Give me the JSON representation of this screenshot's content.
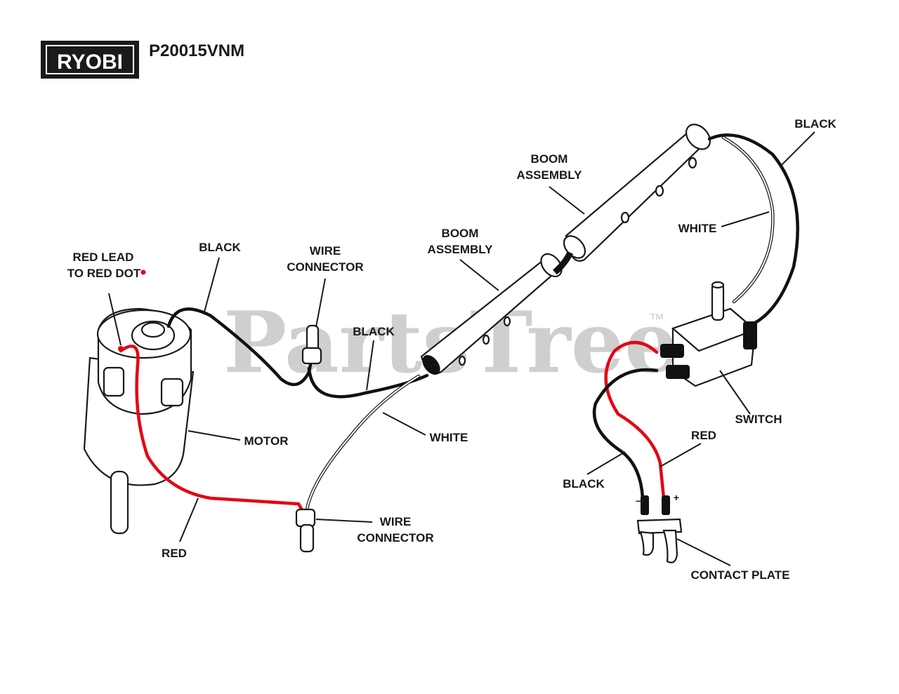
{
  "header": {
    "brand": "RYOBI",
    "model": "P20015VNM"
  },
  "watermark": {
    "text": "PartsTree",
    "tm": "™"
  },
  "labels": {
    "red_lead_1": "RED LEAD",
    "red_lead_2": "TO RED DOT",
    "black_motor": "BLACK",
    "wire_connector_top_1": "WIRE",
    "wire_connector_top_2": "CONNECTOR",
    "black_mid": "BLACK",
    "boom_lower_1": "BOOM",
    "boom_lower_2": "ASSEMBLY",
    "boom_upper_1": "BOOM",
    "boom_upper_2": "ASSEMBLY",
    "black_top": "BLACK",
    "white_top": "WHITE",
    "motor": "MOTOR",
    "white_mid": "WHITE",
    "switch": "SWITCH",
    "red_right": "RED",
    "black_right": "BLACK",
    "red_bottom": "RED",
    "wire_connector_bottom_1": "WIRE",
    "wire_connector_bottom_2": "CONNECTOR",
    "contact_plate": "CONTACT PLATE",
    "minus": "−",
    "plus": "+"
  },
  "colors": {
    "wire_red": "#e30613",
    "wire_black": "#111111",
    "brand_bg": "#1a1a1a"
  }
}
